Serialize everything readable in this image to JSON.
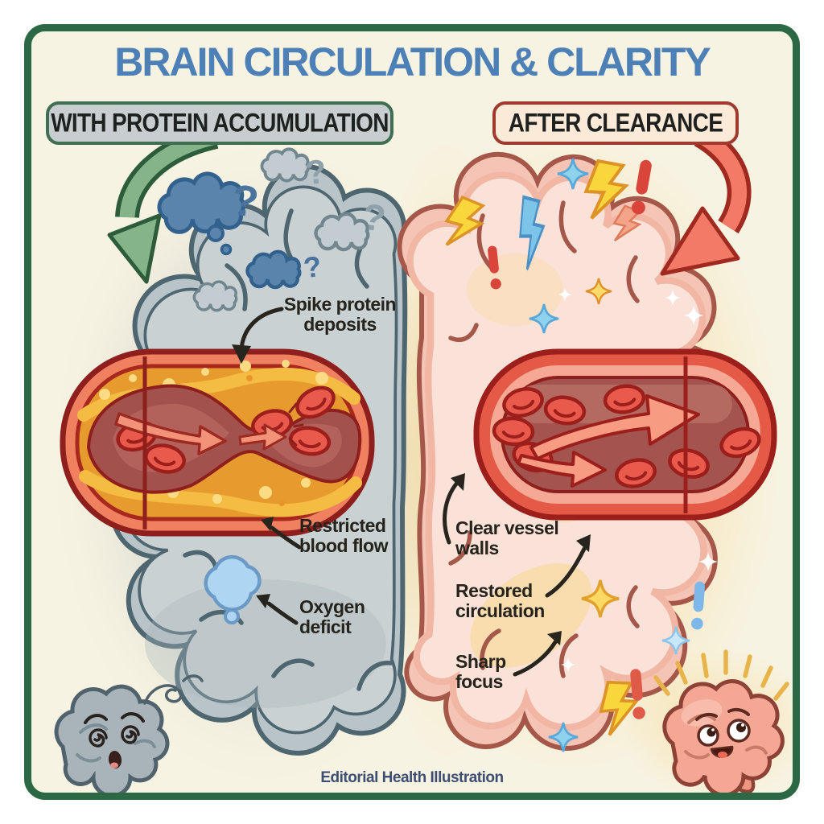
{
  "title": "BRAIN CIRCULATION & CLARITY",
  "footer": "Editorial Health Illustration",
  "glyphs": {
    "question_mark": "?"
  },
  "left_panel": {
    "header": "WITH PROTEIN ACCUMULATION",
    "annotations": {
      "spike_protein": "Spike protein deposits",
      "restricted_flow": "Restricted blood flow",
      "oxygen_deficit": "Oxygen deficit"
    }
  },
  "right_panel": {
    "header": "AFTER CLEARANCE",
    "annotations": {
      "clear_vessels": "Clear vessel walls",
      "restored_circulation": "Restored circulation",
      "sharp_focus": "Sharp focus"
    }
  },
  "colors": {
    "frame_green": "#2d6845",
    "background_cream": "#f7f3e2",
    "title_blue": "#4d80b6",
    "left_header_bg": "#c8cecf",
    "left_header_border": "#3f6e52",
    "right_header_bg": "#fcead8",
    "right_header_border": "#a03a2e",
    "unhealthy_brain_gray": "#b9c4c8",
    "healthy_brain_pink": "#f5c4b5",
    "vessel_outline_red": "#9c1f1c",
    "plaque_orange": "#e79a2e",
    "glow_yellow": "#f6d488",
    "annotation_text": "#25231c"
  }
}
